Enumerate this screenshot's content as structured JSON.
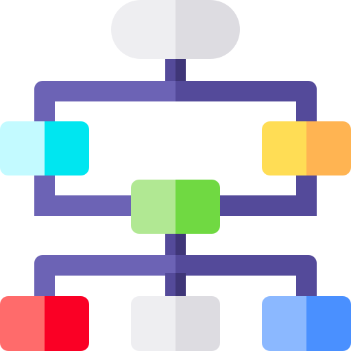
{
  "icon": {
    "name": "flowchart-icon",
    "description_shown": false
  },
  "colors": {
    "connector_light": "#6c63b5",
    "connector_dark": "#544a9a",
    "trunk_light": "#544a9a",
    "trunk_dark": "#3f3678",
    "background": "#ffffff"
  },
  "nodes": [
    {
      "id": "start-node",
      "shape": "pill",
      "fill_left": "#eeeef1",
      "fill_right": "#dddce1"
    },
    {
      "id": "left-node",
      "shape": "rounded",
      "fill_left": "#c3faff",
      "fill_right": "#00e6f0"
    },
    {
      "id": "right-node",
      "shape": "rounded",
      "fill_left": "#ffdd55",
      "fill_right": "#ffb452"
    },
    {
      "id": "center-node",
      "shape": "rounded",
      "fill_left": "#b1e893",
      "fill_right": "#70d942"
    },
    {
      "id": "bottom-left-node",
      "shape": "rounded",
      "fill_left": "#ff6b6b",
      "fill_right": "#fa0025"
    },
    {
      "id": "bottom-center-node",
      "shape": "rounded",
      "fill_left": "#eeeef1",
      "fill_right": "#dddce1"
    },
    {
      "id": "bottom-right-node",
      "shape": "rounded",
      "fill_left": "#8bb8ff",
      "fill_right": "#4a90ff"
    }
  ]
}
